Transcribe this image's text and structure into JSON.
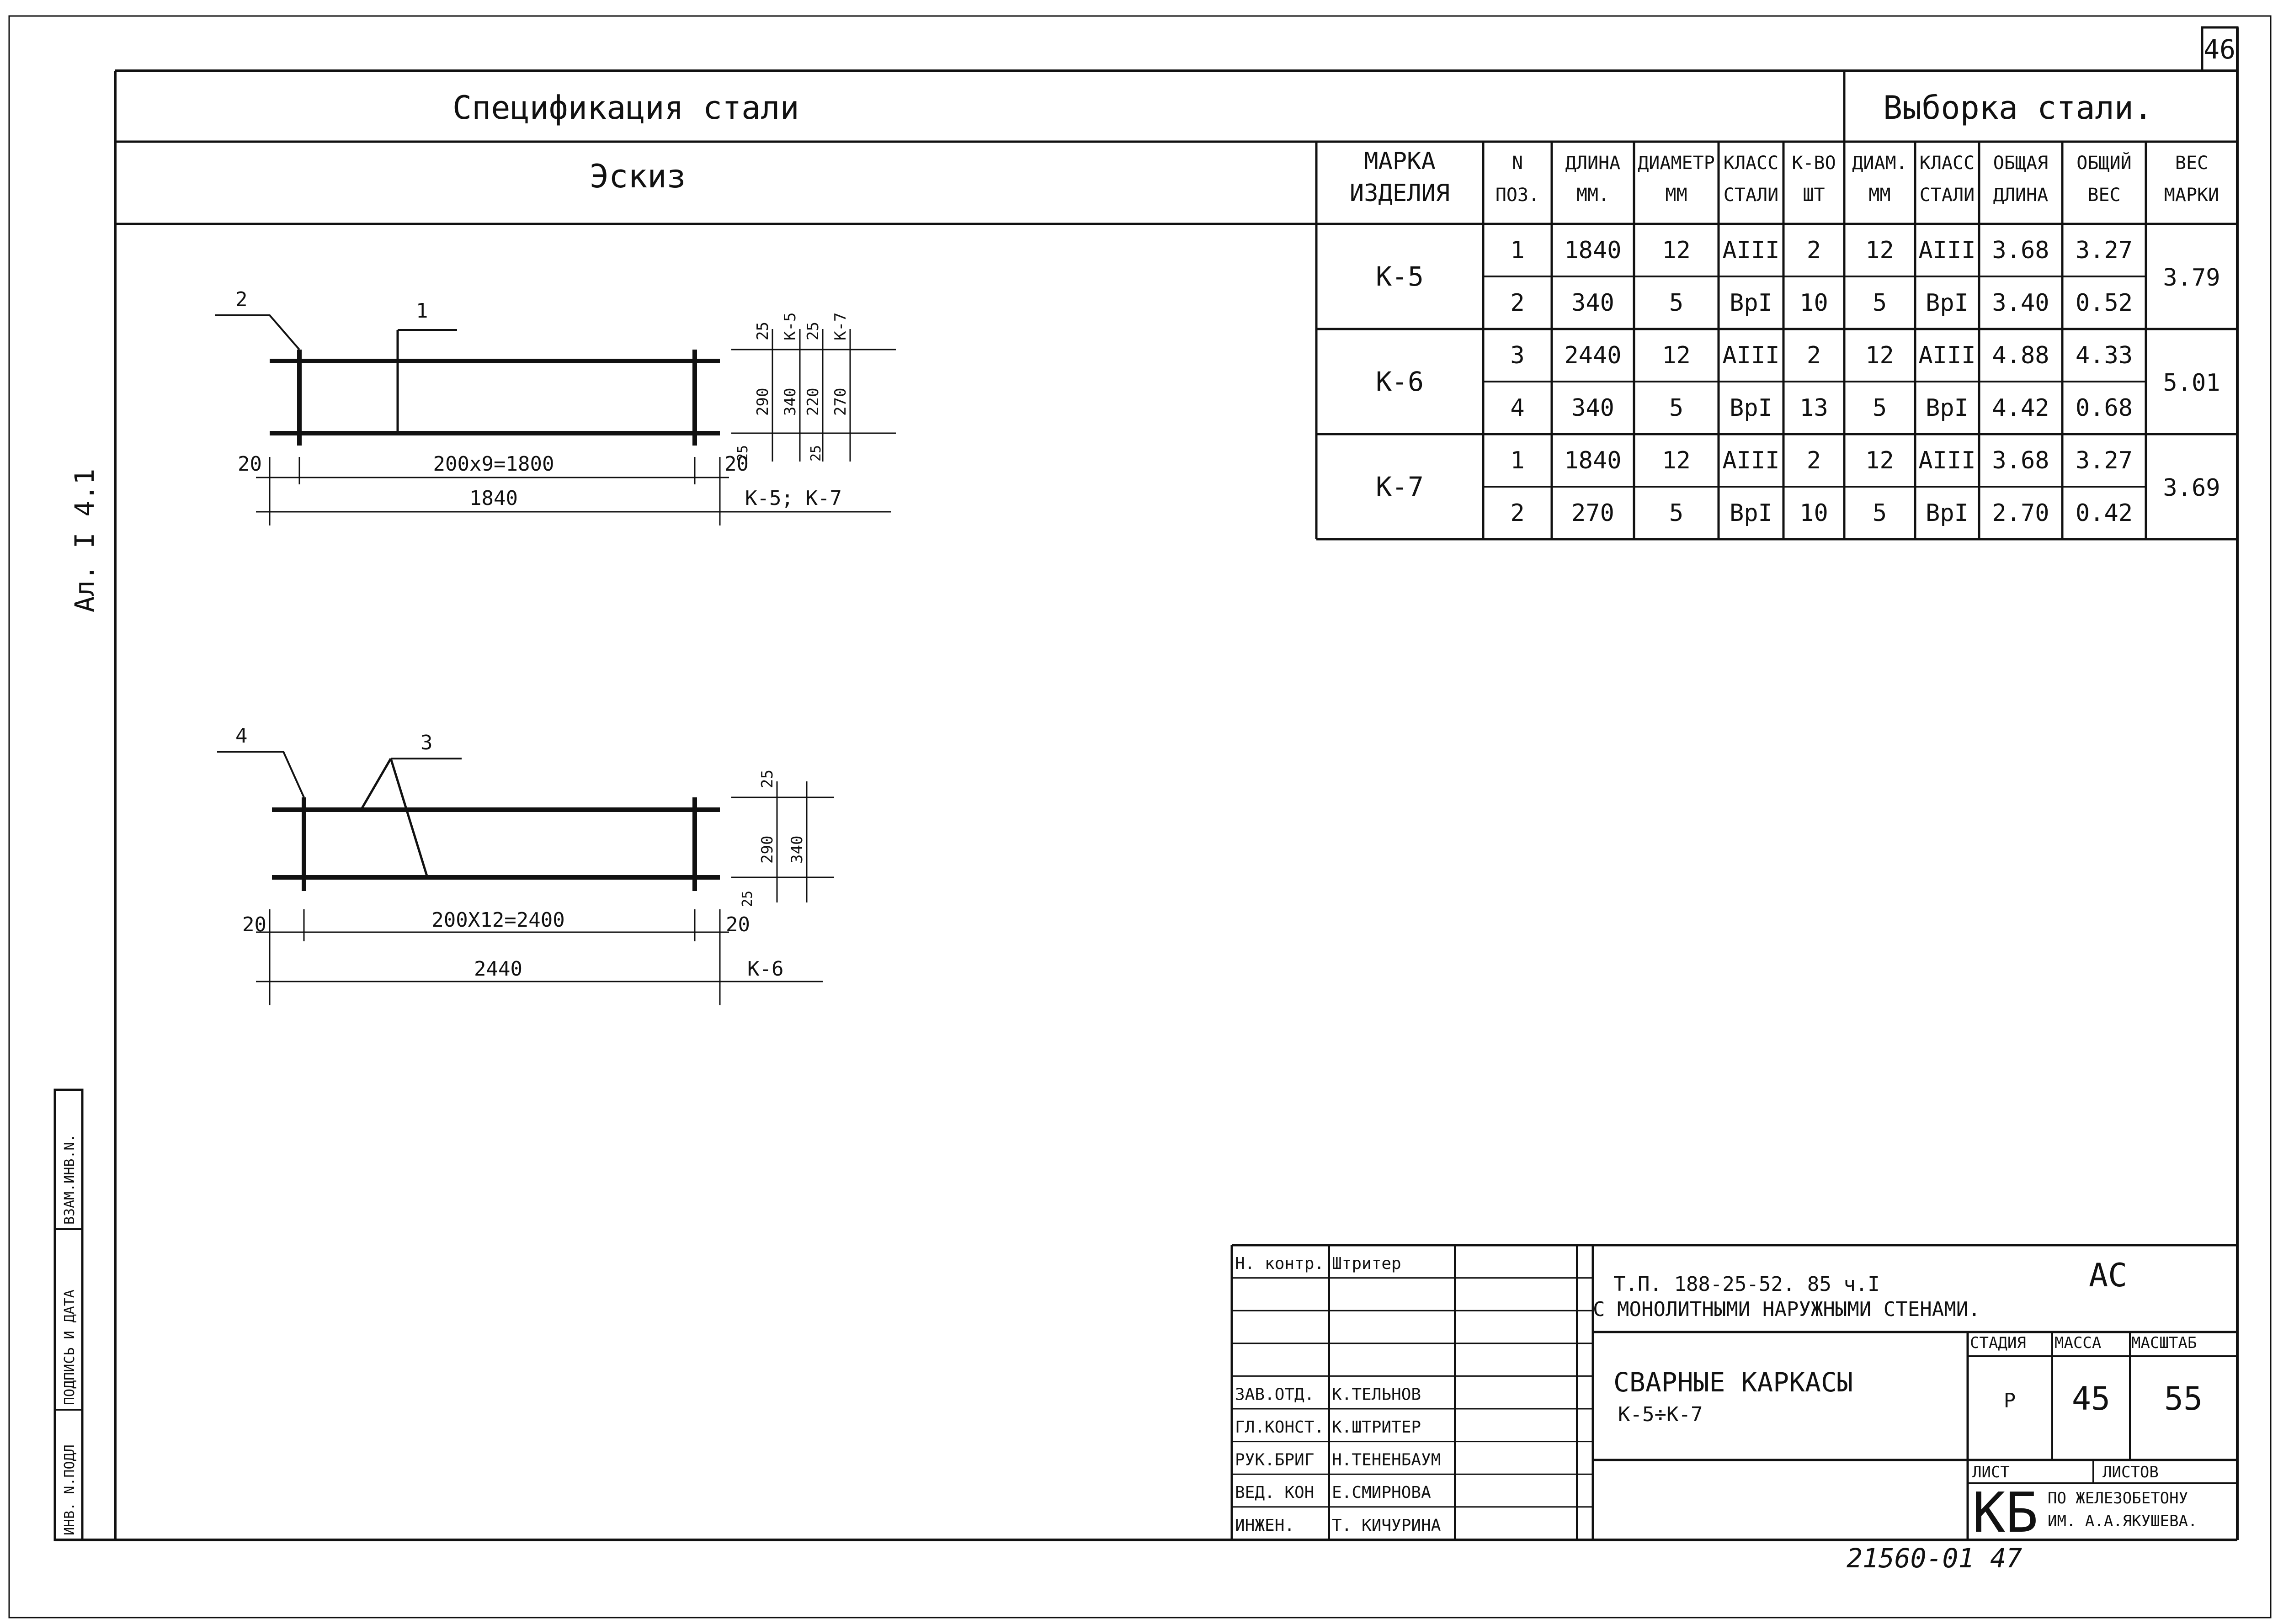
{
  "sheet_number": "46",
  "side_label": "Ал. I 4.1",
  "header": {
    "spec_title": "Спецификация стали",
    "sketch_title": "Эскиз",
    "sample_title": "Выборка стали."
  },
  "table": {
    "headers": [
      "МАРКА ИЗДЕЛИЯ",
      "N ПОЗ.",
      "ДЛИНА ММ.",
      "ДИАМЕТР ММ",
      "КЛАСС СТАЛИ",
      "К-ВО ШТ",
      "ДИАМ. ММ",
      "КЛАСС СТАЛИ",
      "ОБЩАЯ ДЛИНА",
      "ОБЩИЙ ВЕС",
      "ВЕС МАРКИ"
    ],
    "groups": [
      {
        "mark": "К-5",
        "weight": "3.79",
        "rows": [
          [
            "1",
            "1840",
            "12",
            "АIII",
            "2",
            "12",
            "АIII",
            "3.68",
            "3.27"
          ],
          [
            "2",
            "340",
            "5",
            "ВрI",
            "10",
            "5",
            "ВрI",
            "3.40",
            "0.52"
          ]
        ]
      },
      {
        "mark": "К-6",
        "weight": "5.01",
        "rows": [
          [
            "3",
            "2440",
            "12",
            "АIII",
            "2",
            "12",
            "АIII",
            "4.88",
            "4.33"
          ],
          [
            "4",
            "340",
            "5",
            "ВрI",
            "13",
            "5",
            "ВрI",
            "4.42",
            "0.68"
          ]
        ]
      },
      {
        "mark": "К-7",
        "weight": "3.69",
        "rows": [
          [
            "1",
            "1840",
            "12",
            "АIII",
            "2",
            "12",
            "АIII",
            "3.68",
            "3.27"
          ],
          [
            "2",
            "270",
            "5",
            "ВрI",
            "10",
            "5",
            "ВрI",
            "2.70",
            "0.42"
          ]
        ]
      }
    ]
  },
  "sketch1": {
    "pos_a": "2",
    "pos_b": "1",
    "span": "200х9=1800",
    "total": "1840",
    "edge": "20",
    "marks": "К-5; К-7",
    "dims_k5": [
      "25",
      "290",
      "340",
      "25"
    ],
    "label_k5": "К-5",
    "dims_k7": [
      "25",
      "220",
      "270",
      "25"
    ],
    "label_k7": "К-7"
  },
  "sketch2": {
    "pos_a": "4",
    "pos_b": "3",
    "span": "200Х12=2400",
    "total": "2440",
    "edge": "20",
    "mark": "К-6",
    "dims": [
      "25",
      "290",
      "340",
      "25"
    ]
  },
  "left_stamp": [
    "ИНВ. N.ПОДЛ",
    "ПОДПИСЬ И ДАТА",
    "ВЗАМ.ИНВ.N."
  ],
  "title_block": {
    "roles": [
      "Н. контр.",
      "",
      "",
      "",
      "ЗАВ.ОТД.",
      "ГЛ.КОНСТ.",
      "РУК.БРИГ",
      "ВЕД. КОН",
      "ИНЖЕН."
    ],
    "names": [
      "Штритер",
      "",
      "",
      "",
      "К.ТЕЛЬНОВ",
      "К.ШТРИТЕР",
      "Н.ТЕНЕНБАУМ",
      "Е.СМИРНОВА",
      "Т. КИЧУРИНА"
    ],
    "project": "Т.П. 188-25-52. 85 ч.I",
    "section": "АС",
    "project_sub": "С МОНОЛИТНЫМИ НАРУЖНЫМИ СТЕНАМИ.",
    "title_line1": "СВАРНЫЕ КАРКАСЫ",
    "title_line2": "К-5÷К-7",
    "stage_label": "СТАДИЯ",
    "stage": "Р",
    "mass_label": "МАССА",
    "mass": "45",
    "scale_label": "МАСШТАБ",
    "scale": "55",
    "sheet_label": "ЛИСТ",
    "sheets_label": "ЛИСТОВ",
    "org_code": "КБ",
    "org_line1": "ПО ЖЕЛЕЗОБЕТОНУ",
    "org_line2": "ИМ. А.А.ЯКУШЕВА."
  },
  "footer_code": "21560-01 47"
}
